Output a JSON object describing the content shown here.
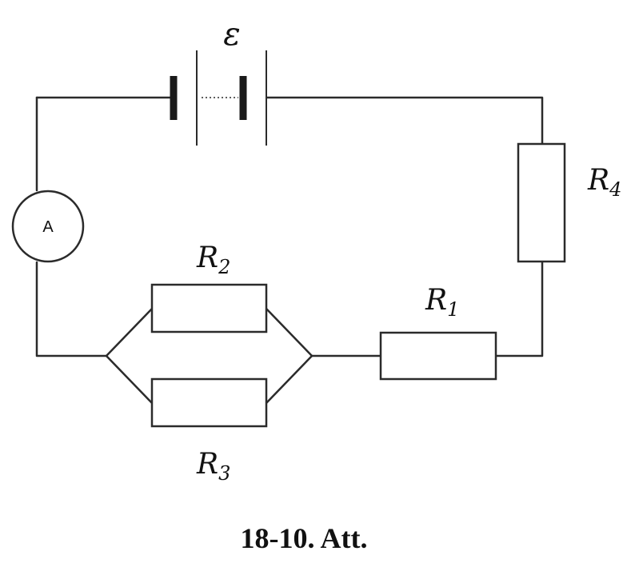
{
  "diagram": {
    "emf_label": "ε",
    "ammeter_label": "A",
    "resistors": {
      "r1": {
        "name": "R",
        "sub": "1"
      },
      "r2": {
        "name": "R",
        "sub": "2"
      },
      "r3": {
        "name": "R",
        "sub": "3"
      },
      "r4": {
        "name": "R",
        "sub": "4"
      }
    },
    "caption": "18-10. Att."
  }
}
